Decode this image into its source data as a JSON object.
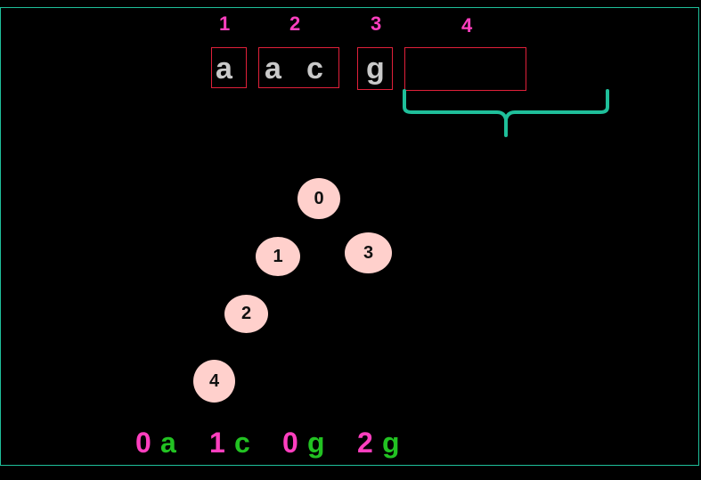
{
  "phrase_indices": [
    "1",
    "2",
    "3",
    "4"
  ],
  "phrase_chars": [
    "a",
    "a",
    "c",
    "g"
  ],
  "trie_nodes": [
    "0",
    "1",
    "2",
    "3",
    "4"
  ],
  "output_tokens": [
    {
      "index": "0",
      "char": "a"
    },
    {
      "index": "1",
      "char": "c"
    },
    {
      "index": "0",
      "char": "g"
    },
    {
      "index": "2",
      "char": "g"
    }
  ],
  "colors": {
    "index": "#ff3fbf",
    "box": "#e0203a",
    "char": "#c9c9c9",
    "node": "#ffd0cc",
    "token_char": "#22c222",
    "brace": "#1fbf9a"
  }
}
